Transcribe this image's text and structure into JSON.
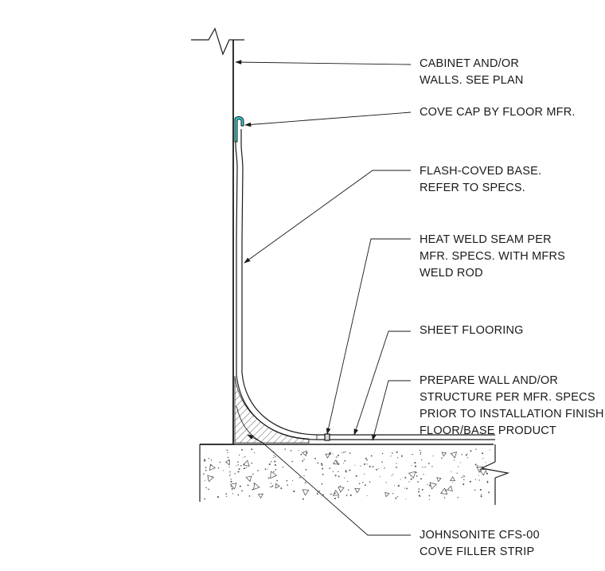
{
  "callouts": {
    "cabinet": [
      "CABINET AND/OR",
      "WALLS. SEE PLAN"
    ],
    "cove_cap": [
      "COVE CAP BY FLOOR MFR."
    ],
    "flash_coved": [
      "FLASH-COVED BASE.",
      "REFER TO SPECS."
    ],
    "heat_weld": [
      "HEAT WELD SEAM PER",
      "MFR. SPECS. WITH MFRS",
      "WELD ROD"
    ],
    "sheet_flooring": [
      "SHEET FLOORING"
    ],
    "prepare_wall": [
      "PREPARE WALL AND/OR",
      "STRUCTURE PER MFR. SPECS",
      "PRIOR TO INSTALLATION FINISH",
      "FLOOR/BASE PRODUCT"
    ],
    "filler_strip": [
      "JOHNSONITE CFS-00",
      "COVE FILLER STRIP"
    ]
  },
  "colors": {
    "line": "#1a1a1a",
    "cove_cap": "#2bd4d0",
    "hatch": "#333333"
  }
}
